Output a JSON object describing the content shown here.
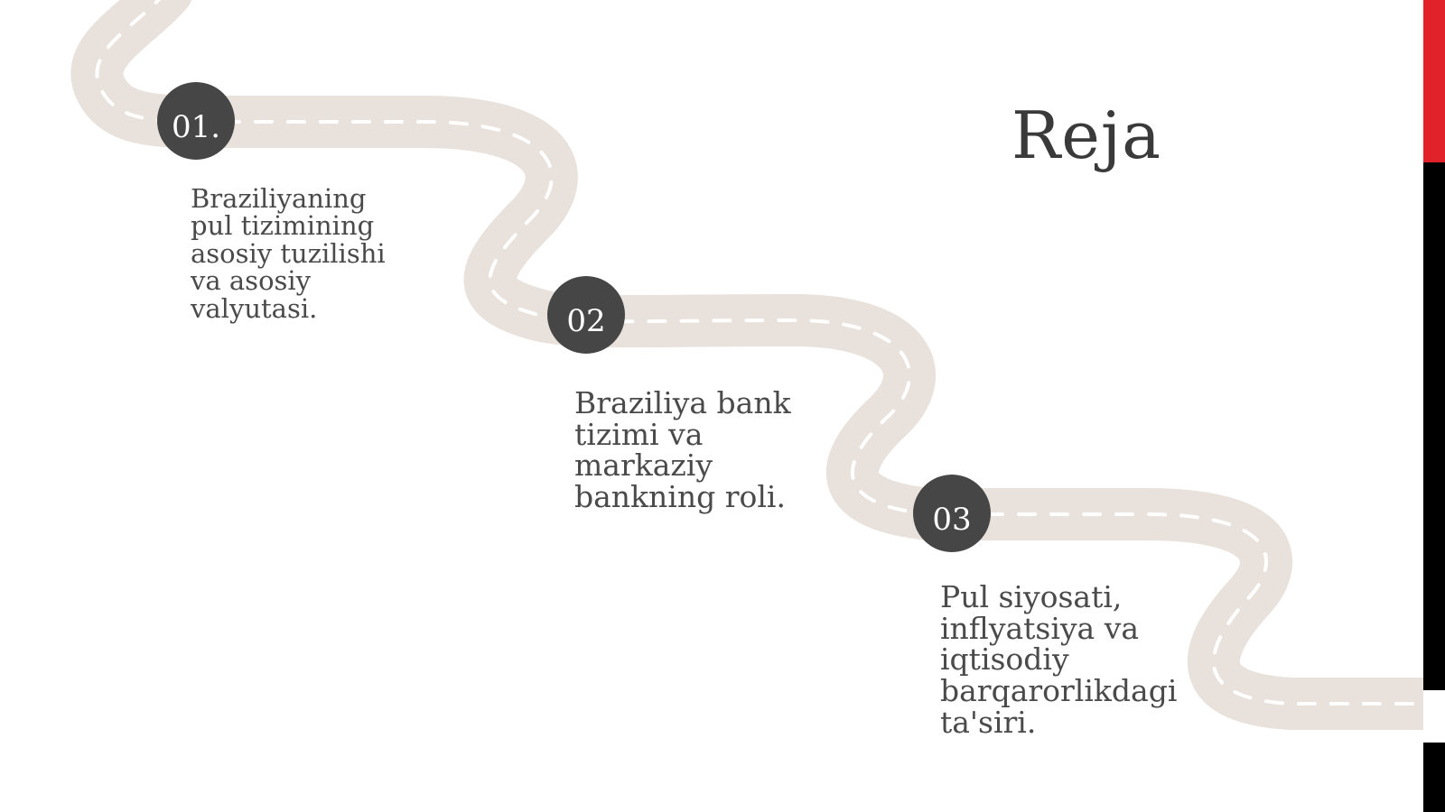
{
  "slide": {
    "title": "Reja",
    "colors": {
      "road": "#e8e1dc",
      "road_dash": "#ffffff",
      "badge": "#464646",
      "text": "#4a4a4a",
      "accent_red": "#e2222b",
      "accent_black": "#000000"
    },
    "steps": [
      {
        "number": "01.",
        "text": "Braziliyaning pul tizimining asosiy tuzilishi va asosiy valyutasi."
      },
      {
        "number": "02",
        "text": "Braziliya bank tizimi va markaziy bankning roli."
      },
      {
        "number": "03",
        "text": "Pul siyosati, inflyatsiya va iqtisodiy barqarorlikdagi ta'siri."
      }
    ]
  }
}
